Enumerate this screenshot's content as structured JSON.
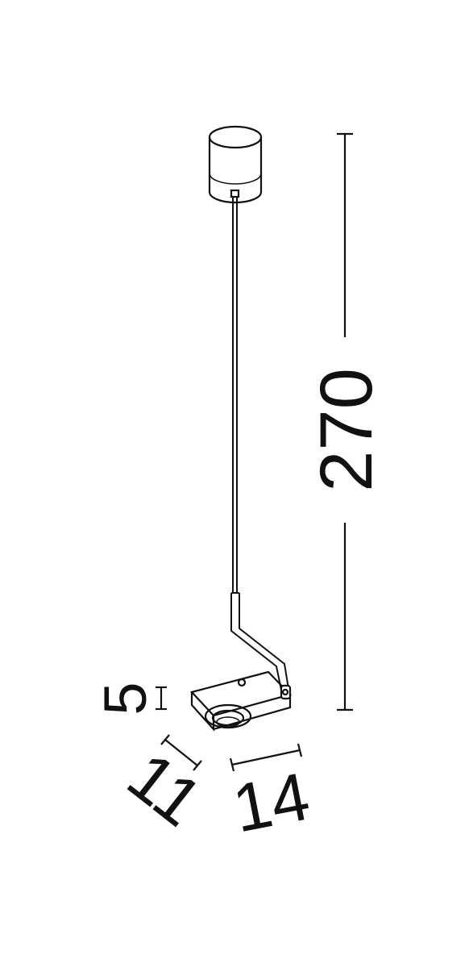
{
  "dimensions": {
    "height": "270",
    "fixture_height": "5",
    "depth": "11",
    "width": "14"
  },
  "colors": {
    "line": "#111111",
    "background": "#ffffff"
  }
}
